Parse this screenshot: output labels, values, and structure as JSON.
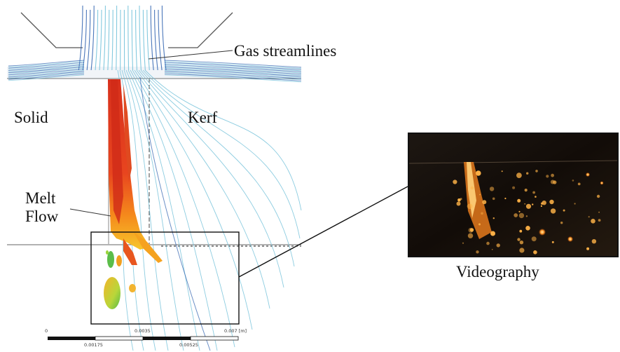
{
  "labels": {
    "gas": "Gas streamlines",
    "solid": "Solid",
    "kerf": "Kerf",
    "melt_line1": "Melt",
    "melt_line2": "Flow",
    "videography": "Videography"
  },
  "scale_bar": {
    "top_ticks": [
      "0",
      "0.0035",
      "0.007 [m]"
    ],
    "bottom_ticks": [
      "0.00175",
      "0.00525"
    ]
  },
  "colors": {
    "streamline": "#6fbfd8",
    "streamline_dark": "#2c5fae",
    "melt_hot": "#e23a1e",
    "melt_warm": "#f38a1c",
    "melt_cool": "#8cc63f",
    "video_bg": "#120c08",
    "spark": "#ffb347"
  }
}
